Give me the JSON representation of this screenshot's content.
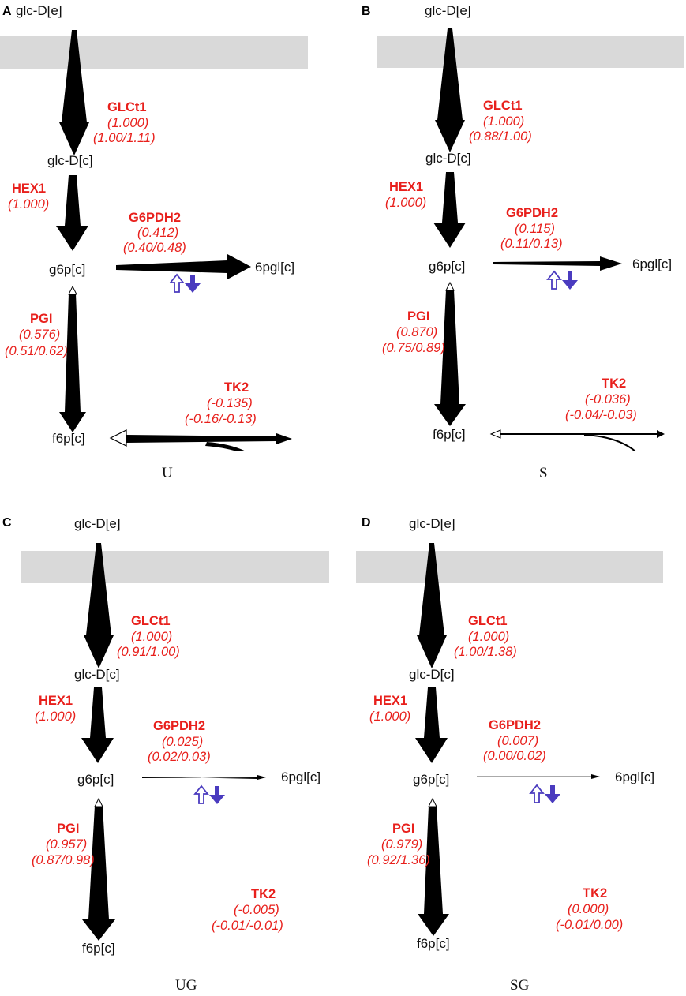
{
  "colors": {
    "label": "#e8201c",
    "membrane": "#d9d9d9",
    "regulation": "#4a3bbf",
    "arrow": "#000000"
  },
  "icons": [
    "regulation-up-outline-arrow-icon",
    "regulation-down-filled-arrow-icon"
  ],
  "panels": [
    {
      "letter": "A",
      "condition": "U",
      "metabolites": {
        "glc_e": "glc-D[e]",
        "glc_c": "glc-D[c]",
        "g6p": "g6p[c]",
        "pgl": "6pgl[c]",
        "f6p": "f6p[c]"
      },
      "reactions": {
        "GLCt1": {
          "name": "GLCt1",
          "flux": "(1.000)",
          "range": "(1.00/1.11)"
        },
        "HEX1": {
          "name": "HEX1",
          "flux": "(1.000)"
        },
        "G6PDH2": {
          "name": "G6PDH2",
          "flux": "(0.412)",
          "range": "(0.40/0.48)"
        },
        "PGI": {
          "name": "PGI",
          "flux": "(0.576)",
          "range": "(0.51/0.62)"
        },
        "TK2": {
          "name": "TK2",
          "flux": "(-0.135)",
          "range": "(-0.16/-0.13)"
        }
      }
    },
    {
      "letter": "B",
      "condition": "S",
      "metabolites": {
        "glc_e": "glc-D[e]",
        "glc_c": "glc-D[c]",
        "g6p": "g6p[c]",
        "pgl": "6pgl[c]",
        "f6p": "f6p[c]"
      },
      "reactions": {
        "GLCt1": {
          "name": "GLCt1",
          "flux": "(1.000)",
          "range": "(0.88/1.00)"
        },
        "HEX1": {
          "name": "HEX1",
          "flux": "(1.000)"
        },
        "G6PDH2": {
          "name": "G6PDH2",
          "flux": "(0.115)",
          "range": "(0.11/0.13)"
        },
        "PGI": {
          "name": "PGI",
          "flux": "(0.870)",
          "range": "(0.75/0.89)"
        },
        "TK2": {
          "name": "TK2",
          "flux": "(-0.036)",
          "range": "(-0.04/-0.03)"
        }
      }
    },
    {
      "letter": "C",
      "condition": "UG",
      "metabolites": {
        "glc_e": "glc-D[e]",
        "glc_c": "glc-D[c]",
        "g6p": "g6p[c]",
        "pgl": "6pgl[c]",
        "f6p": "f6p[c]"
      },
      "reactions": {
        "GLCt1": {
          "name": "GLCt1",
          "flux": "(1.000)",
          "range": "(0.91/1.00)"
        },
        "HEX1": {
          "name": "HEX1",
          "flux": "(1.000)"
        },
        "G6PDH2": {
          "name": "G6PDH2",
          "flux": "(0.025)",
          "range": "(0.02/0.03)"
        },
        "PGI": {
          "name": "PGI",
          "flux": "(0.957)",
          "range": "(0.87/0.98)"
        },
        "TK2": {
          "name": "TK2",
          "flux": "(-0.005)",
          "range": "(-0.01/-0.01)"
        }
      }
    },
    {
      "letter": "D",
      "condition": "SG",
      "metabolites": {
        "glc_e": "glc-D[e]",
        "glc_c": "glc-D[c]",
        "g6p": "g6p[c]",
        "pgl": "6pgl[c]",
        "f6p": "f6p[c]"
      },
      "reactions": {
        "GLCt1": {
          "name": "GLCt1",
          "flux": "(1.000)",
          "range": "(1.00/1.38)"
        },
        "HEX1": {
          "name": "HEX1",
          "flux": "(1.000)"
        },
        "G6PDH2": {
          "name": "G6PDH2",
          "flux": "(0.007)",
          "range": "(0.00/0.02)"
        },
        "PGI": {
          "name": "PGI",
          "flux": "(0.979)",
          "range": "(0.92/1.36)"
        },
        "TK2": {
          "name": "TK2",
          "flux": "(0.000)",
          "range": "(-0.01/0.00)"
        }
      }
    }
  ]
}
